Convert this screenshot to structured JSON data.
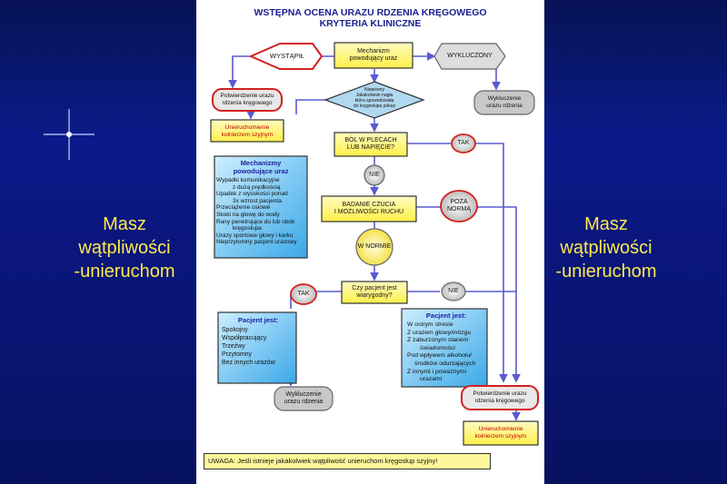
{
  "title": "WSTĘPNA OCENA URAZU RDZENIA KRĘGOWEGO\nKRYTERIA KLINICZNE",
  "side_text": "Masz\nwątpliwości\n-unieruchom",
  "nodes": {
    "mechanizm": "Mechanizm\npowodujący uraz",
    "wystapil": "WYSTĄPIŁ",
    "wykluczony": "WYKLUCZONY",
    "niepewny": "Niepewny\nJakakolwiek nagła\nktóra spowodowała\ndo kręgosłupa pokaż",
    "potw1": "Potwierdzenie urazu\nrdzenia kręgowego",
    "unier1": "Unieruchomienie\nkołnierzem szyjnym",
    "wyklucz1": "Wykluczenie\nurazu rdzenia",
    "bol": "BÓL W PLECACH\nLUB NAPIĘCIE?",
    "tak1": "TAK",
    "nie1": "NIE",
    "badanie": "BADANIE CZUCIA\nI MOŻLIWOŚCI RUCHU",
    "poza_norma": "POZA\nNORMĄ",
    "w_normie": "W NORMIE",
    "wiarygodny": "Czy pacjent jest\nwiarygodny?",
    "tak2": "TAK",
    "nie2": "NIE",
    "wyklucz2": "Wykluczenie\nurazu rdzenia",
    "potw2": "Potwierdzenie urazu\nrdzenia kręgowego",
    "unier2": "Unieruchomienie\nkołnierzem szyjnym"
  },
  "mechanizmy_box": {
    "heading": "Mechanizmy\npowodujące uraz",
    "items": [
      "Wypadki komunikacyjne",
      "z dużą prędkością",
      "Upadek z wysokości ponad",
      "3x wzrost pacjenta",
      "Przeciążenie osiowe",
      "Skoki na głowę do wody",
      "Rany penetrujące do lub obok",
      "kręgosłupa",
      "Urazy sportowe głowy i karku",
      "Nieprzytomny pacjent urazowy"
    ]
  },
  "pacjent_box1": {
    "heading": "Pacjent jest:",
    "items": [
      "Spokojny",
      "Współpracujący",
      "Trzeźwy",
      "Przytomny",
      "Bez innych urazów"
    ]
  },
  "pacjent_box2": {
    "heading": "Pacjent jest:",
    "items": [
      "W ostrym stresie",
      "Z urazem głowy/mózgu",
      "Z zaburzonym stanem",
      "świadomości",
      "Pod wpływem alkoholu/",
      "środków odurzających",
      "Z innymi i poważnymi",
      "urazami"
    ]
  },
  "warning": "UWAGA: Jeśli istnieje jakakolwiek wątpliwość unieruchom kręgosłup szyjny!",
  "colors": {
    "background": "#0a1a8a",
    "side_text": "#ffe94d",
    "box_yellow": "#fff89a",
    "box_blue": "#5cc0f0",
    "box_grey": "#c8c8c8",
    "box_red_border": "#d42020",
    "diamond": "#b0d8f0",
    "circle_fill": "#dddddd",
    "arrow": "#5a5ad0"
  }
}
